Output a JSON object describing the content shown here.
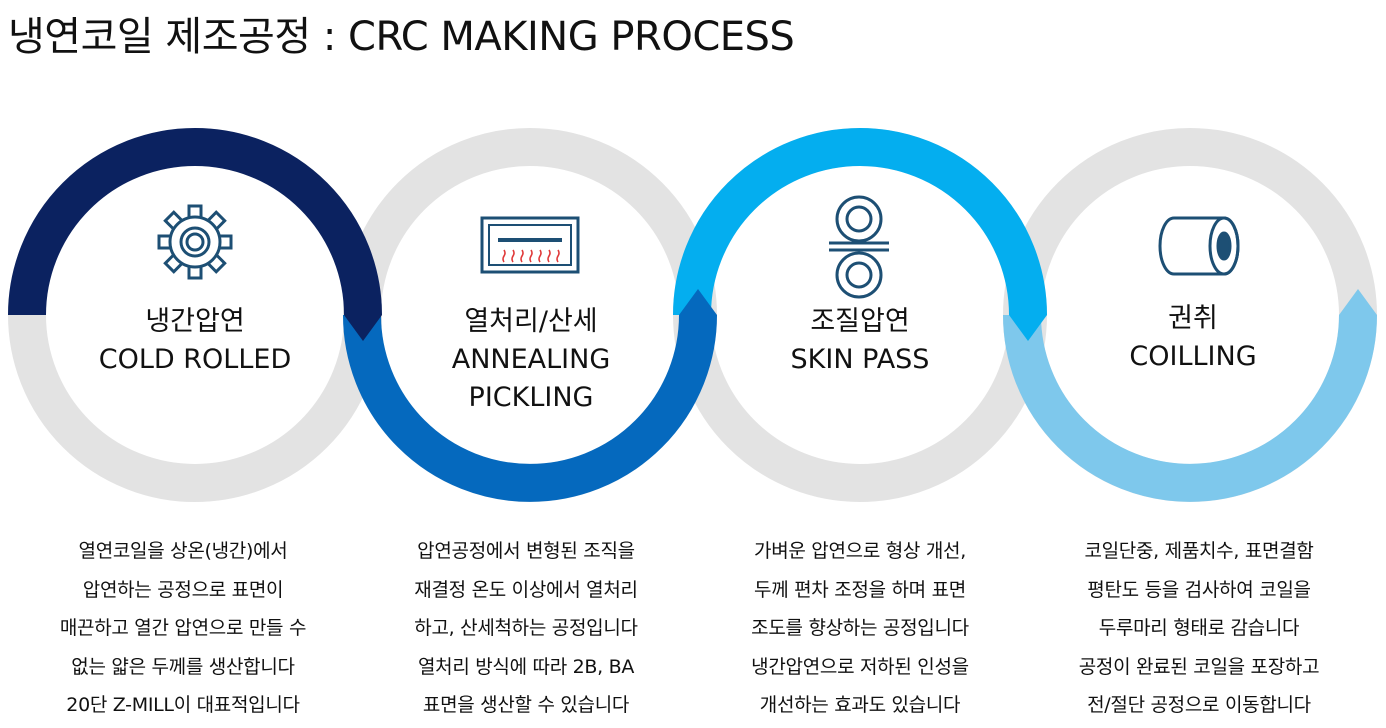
{
  "title": "냉연코일 제조공정 : CRC MAKING PROCESS",
  "colors": {
    "ring_gray": "#e3e3e3",
    "step1": "#0b2260",
    "step2": "#0569be",
    "step3": "#04aeef",
    "step4": "#7ec8ec",
    "icon": "#1d4f74",
    "heater": "#e03a3a"
  },
  "steps": [
    {
      "ko": "냉간압연",
      "en": "COLD ROLLED",
      "icon": "gear-icon",
      "desc": [
        "열연코일을 상온(냉간)에서",
        "압연하는 공정으로 표면이",
        "매끈하고 열간 압연으로 만들 수",
        "없는 얇은 두께를 생산합니다",
        "20단 Z-MILL이 대표적입니다"
      ]
    },
    {
      "ko": "열처리/산세",
      "en": "ANNEALING",
      "en2": "PICKLING",
      "icon": "furnace-icon",
      "desc": [
        "압연공정에서 변형된 조직을",
        "재결정 온도 이상에서 열처리",
        "하고, 산세척하는 공정입니다",
        "열처리 방식에 따라 2B, BA",
        "표면을 생산할 수 있습니다"
      ]
    },
    {
      "ko": "조질압연",
      "en": "SKIN PASS",
      "icon": "rollers-icon",
      "desc": [
        "가벼운 압연으로 형상 개선,",
        "두께 편차 조정을 하며 표면",
        "조도를 향상하는 공정입니다",
        "냉간압연으로 저하된 인성을",
        "개선하는 효과도 있습니다"
      ]
    },
    {
      "ko": "권취",
      "en": "COILLING",
      "icon": "coil-icon",
      "desc": [
        "코일단중, 제품치수, 표면결함",
        "평탄도 등을 검사하여 코일을",
        "두루마리 형태로 감습니다",
        "공정이 완료된 코일을 포장하고",
        "전/절단 공정으로 이동합니다"
      ]
    }
  ]
}
